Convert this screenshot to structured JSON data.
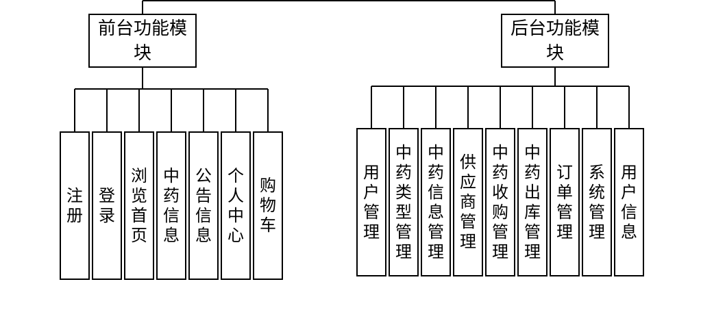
{
  "front": {
    "title": "前台功能模块",
    "modules": [
      "注册",
      "登录",
      "浏览首页",
      "中药信息",
      "公告信息",
      "个人中心",
      "购物车"
    ]
  },
  "back": {
    "title": "后台功能模块",
    "modules": [
      "用户管理",
      "中药类型管理",
      "中药信息管理",
      "供应商管理",
      "中药收购管理",
      "中药出库管理",
      "订单管理",
      "系统管理",
      "用户信息"
    ]
  }
}
